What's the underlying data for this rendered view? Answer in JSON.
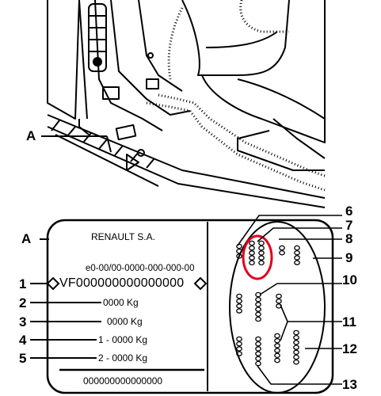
{
  "car_view": {
    "callout_label": "A"
  },
  "plate": {
    "callout_label": "A",
    "maker": "RENAULT S.A.",
    "approval_number": "e0-00/00-0000-000-000-00",
    "vin": "VF000000000000000",
    "lines": [
      {
        "number": "1",
        "text": ""
      },
      {
        "number": "2",
        "text": "0000 Kg"
      },
      {
        "number": "3",
        "text": "0000 Kg"
      },
      {
        "number": "4",
        "text": "1 - 0000 Kg"
      },
      {
        "number": "5",
        "text": "2 - 0000 Kg"
      }
    ],
    "bottom_code": "000000000000000"
  },
  "oval_callouts": [
    "6",
    "7",
    "8",
    "9",
    "10",
    "11",
    "12",
    "13"
  ],
  "colors": {
    "ink": "#000000",
    "highlight_circle": "#e0001b",
    "background": "#ffffff"
  }
}
